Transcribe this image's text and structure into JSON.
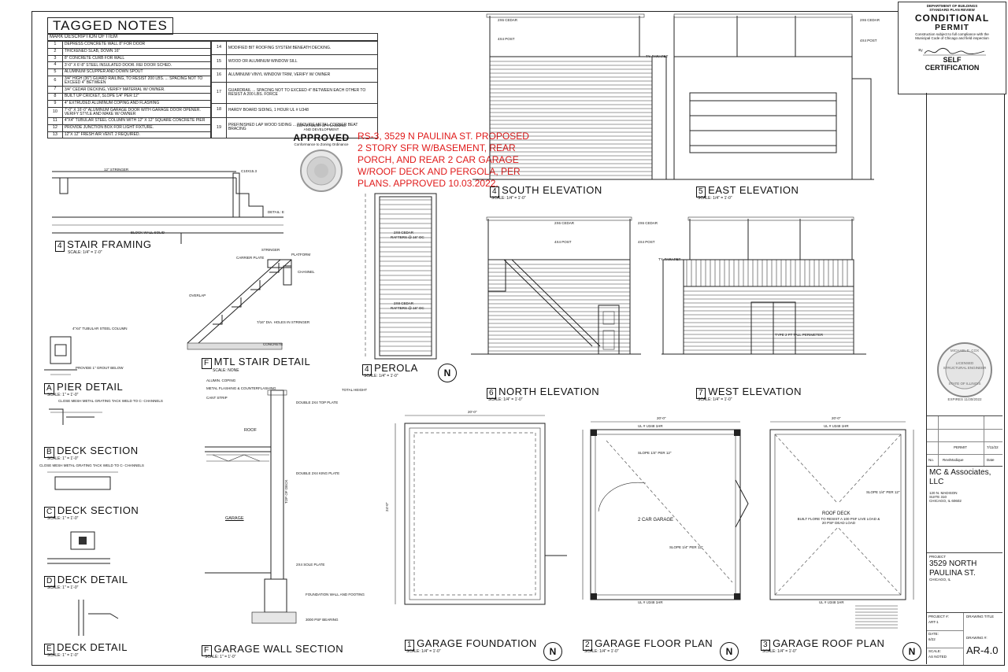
{
  "tagged_notes": {
    "title": "TAGGED NOTES",
    "header": "MARK DESCRIPTION OF ITEM",
    "left": [
      {
        "n": "1",
        "t": "DEPRESS CONCRETE WALL 8\" FOR DOOR"
      },
      {
        "n": "2",
        "t": "THICKENED SLAB, DOWN 16\""
      },
      {
        "n": "3",
        "t": "8\" CONCRETE CURB FOR WALL"
      },
      {
        "n": "4",
        "t": "3'-0\" X 6'-8\" STEEL INSULATED DOOR. REI DOOR SCHED."
      },
      {
        "n": "5",
        "t": "ALUMINUM SCUPPER AND DOWN SPOUT"
      },
      {
        "n": "6",
        "t": "3/4\" HIGH (36\") GUARD RAILING, TO RESIST 200 LBS. ... SPACING NOT TO EXCEED 4\" BETWEEN"
      },
      {
        "n": "7",
        "t": "3/4\" CEDAR DECKING, VERIFY MATERIAL W/ OWNER."
      },
      {
        "n": "8",
        "t": "BUILT UP CRICKET, SLOPE 1/4\" PER 12\""
      },
      {
        "n": "9",
        "t": "4\" EXTRUDED ALUMINUM COPING AND FLASHING"
      },
      {
        "n": "10",
        "t": "7'-0\" X 16'-0\" ALUMINUM GARAGE DOOR WITH GARAGE DOOR OPENER. VERIFY STYLE AND MAKE W/ OWNER"
      },
      {
        "n": "11",
        "t": "4\"X4\" TUBULAR STEEL COLUMN WITH 12\" X 12\" SQUARE CONCRETE PIER"
      },
      {
        "n": "12",
        "t": "PROVIDE JUNCTION BOX FOR LIGHT FIXTURE."
      },
      {
        "n": "13",
        "t": "12\"X 12\" FRESH AIR VENT. 2 REQUIRED."
      }
    ],
    "right": [
      {
        "n": "14",
        "t": "MODIFIED BIT ROOFING SYSTEM BENEATH DECKING."
      },
      {
        "n": "15",
        "t": "WOOD OR ALUMINUM WINDOW SILL"
      },
      {
        "n": "16",
        "t": "ALUMINUM/ VINYL WINDOW TRIM, VERIFY W/ OWNER"
      },
      {
        "n": "17",
        "t": "GUARDRAIL ... SPACING NOT TO EXCEED 4\" BETWEEN EACH OTHER TO RESIST A 200 LBS. FORCE"
      },
      {
        "n": "18",
        "t": "HARDY BOARD SIDING, 1 HOUR UL # U348"
      },
      {
        "n": "19",
        "t": "PREFINISHED LAP WOOD SIDING ... PROVIDE METAL CORNER BEAT BRACING"
      }
    ]
  },
  "red_note": "RS-3, 3529 N PAULINA ST. PROPOSED\n2 STORY SFR W/BASEMENT, REAR\nPORCH, AND REAR 2 CAR GARAGE\nW/ROOF DECK AND PERGOLA, PER\nPLANS. APPROVED 10.03.2022.",
  "planning_stamp": {
    "line1": "DEPARTMENT OF PLANNING",
    "line2": "AND DEVELOPMENT",
    "status": "APPROVED",
    "line3": "Conformance to Zoning Ordinance"
  },
  "permit_stamp": {
    "line1": "DEPARTMENT OF BUILDINGS",
    "line2": "STANDARD PLAN REVIEW",
    "status1": "CONDITIONAL",
    "status2": "PERMIT",
    "line3": "Construction subject to full compliance with the Municipal Code of Chicago and field inspection",
    "by": "By",
    "cert1": "SELF",
    "cert2": "CERTIFICATION"
  },
  "drawings": {
    "stair_framing": {
      "num": "4",
      "title": "STAIR FRAMING",
      "scale": "SCALE: 1/4\" = 1'-0\""
    },
    "mtl_stair": {
      "num": "F",
      "title": "MTL STAIR DETAIL",
      "scale": "SCALE: NONE"
    },
    "pier": {
      "num": "A",
      "title": "PIER DETAIL",
      "scale": "SCALE: 1\" = 1'-0\""
    },
    "deck_b": {
      "num": "B",
      "title": "DECK SECTION",
      "scale": "SCALE: 1\" = 1'-0\""
    },
    "deck_c": {
      "num": "C",
      "title": "DECK SECTION",
      "scale": "SCALE: 1\" = 1'-0\""
    },
    "deck_d": {
      "num": "D",
      "title": "DECK DETAIL",
      "scale": "SCALE: 1\" = 1'-0\""
    },
    "deck_e": {
      "num": "E",
      "title": "DECK DETAIL",
      "scale": "SCALE: 1\" = 1'-0\""
    },
    "perola": {
      "num": "4",
      "title": "PEROLA",
      "scale": "SCALE: 1/4\" = 1'-0\""
    },
    "garage_wall": {
      "num": "F",
      "title": "GARAGE WALL SECTION",
      "scale": "SCALE: 1\" = 1'-0\""
    },
    "south": {
      "num": "4",
      "title": "SOUTH ELEVATION",
      "scale": "SCALE: 1/4\" = 1'-0\""
    },
    "east": {
      "num": "5",
      "title": "EAST ELEVATION",
      "scale": "SCALE: 1/4\" = 1'-0\""
    },
    "north": {
      "num": "6",
      "title": "NORTH ELEVATION",
      "scale": "SCALE: 1/4\" = 1'-0\""
    },
    "west": {
      "num": "7",
      "title": "WEST ELEVATION",
      "scale": "SCALE: 1/4\" = 1'-0\""
    },
    "foundation": {
      "num": "1",
      "title": "GARAGE FOUNDATION",
      "scale": "SCALE: 1/4\" = 1'-0\""
    },
    "floor": {
      "num": "2",
      "title": "GARAGE FLOOR PLAN",
      "scale": "SCALE: 1/4\" = 1'-0\""
    },
    "roof": {
      "num": "3",
      "title": "GARAGE ROOF PLAN",
      "scale": "SCALE: 1/4\" = 1'-0\""
    }
  },
  "callouts": {
    "stringer_12": "12\" STRINGER",
    "c10x15": "C10X15.3",
    "detail_e": "DETAIL: E",
    "block_wall": "BLOCK WALL SOLID",
    "stringer": "STRINGER",
    "carrier_plate": "CARRIER PLATE",
    "platform": "PLATFORM",
    "channel": "CHANNEL",
    "overlap": "OVERLAP",
    "concrete": "CONCRETE",
    "holes": "7/16\" DIA. HOLES IN STRINGER",
    "pier_notes": "4\"X4\" TUBULAR STEEL COLUMN",
    "pier_grout": "PROVIDE 1\" GROUT BELOW",
    "deck_grating": "CLOSE MESH METAL GRATING TACK WELD TO C- CHANNELS",
    "deck_grating2": "CLOSE MESH METAL GRATING TACK WELD TO C- CHANNELS",
    "cedar_2x8": "2X8 CEDAR",
    "rafters": "RAFTERS @ 16\" OC",
    "cedar_2x8_b": "2X8 CEDAR",
    "rafters_b": "RAFTERS @ 16\" OC",
    "aluminum_coping": "ALUMIN. COPING",
    "metal_flashing": "METAL FLASHING & COUNTERFLASHING",
    "cant_strip": "CANT STRIP",
    "top_plate": "DOUBLE 2X4 TOP PLATE",
    "king_plate": "DOUBLE 2X4 KING PLATE",
    "sole_plate": "2X4 SOLE PLATE",
    "foundation_wall": "FOUNDATION WALL AND FOOTING",
    "psf": "3000 PSF BEARING",
    "garage_word": "GARAGE",
    "roof_word": "ROOF",
    "top_of_deck": "TOP OF DECK",
    "total_height": "TOTAL HEIGHT",
    "cedar_44": "2X6 CEDAR",
    "post_4x4": "4X4 POST",
    "parapet": "TY. PARAPET",
    "door_note": "TYPE 2 FT TALL PERIMETER",
    "two_car_garage": "2 CAR GARAGE",
    "roof_deck": "ROOF DECK",
    "roof_deck_note": "BUILT FLORE TO RESIST A 100 PSF LIVE LOAD & 20 PSF DEAD LOAD",
    "slope_a": "SLOPE 1/4\" PER 12\"",
    "slope_b": "SLOPE 1/4\" PER 12\"",
    "slope_c": "SLOPE 1/4\" PER 12\"",
    "ul_a": "UL # U348 1HR",
    "ul_b": "UL # U348 1HR",
    "ul_c": "UL # U348 1HR",
    "ul_d": "UL # U348 1HR",
    "dim_20": "20'-0\"",
    "dim_20b": "20'-0\"",
    "dim_20c": "20'-0\"",
    "dim_24": "24'-0\"",
    "north": "N"
  },
  "engineer_seal": {
    "line1": "MICHAEL E. COX",
    "line2": "LICENSED",
    "line3": "STRUCTURAL ENGINEER",
    "line4": "STATE OF ILLINOIS",
    "expiry": "EXPIRES 11/30/2022"
  },
  "title_block": {
    "rev_permit": "PERMIT",
    "rev_date_value": "7/11/22",
    "col_no": "No.",
    "col_rev": "Rev/Modique",
    "col_date": "Date",
    "firm": "MC & Associates, LLC",
    "firm_addr1": "120 N. MADISON",
    "firm_addr2": "SUITE 310",
    "firm_addr3": "CHICAGO, IL 60602",
    "project_label": "PROJECT",
    "project1": "3529 NORTH",
    "project2": "PAULINA ST.",
    "project3": "CHICAGO, IL",
    "project_no_label": "PROJECT #:",
    "project_no": "ART-1",
    "drawing_title_label": "DRAWING TITLE",
    "date_label": "DATE:",
    "date": "6/22",
    "scale_label": "SCALE:",
    "scale": "AS NOTED",
    "drawing_no_label": "DRAWING #:",
    "drawing_no": "AR-4.0"
  }
}
